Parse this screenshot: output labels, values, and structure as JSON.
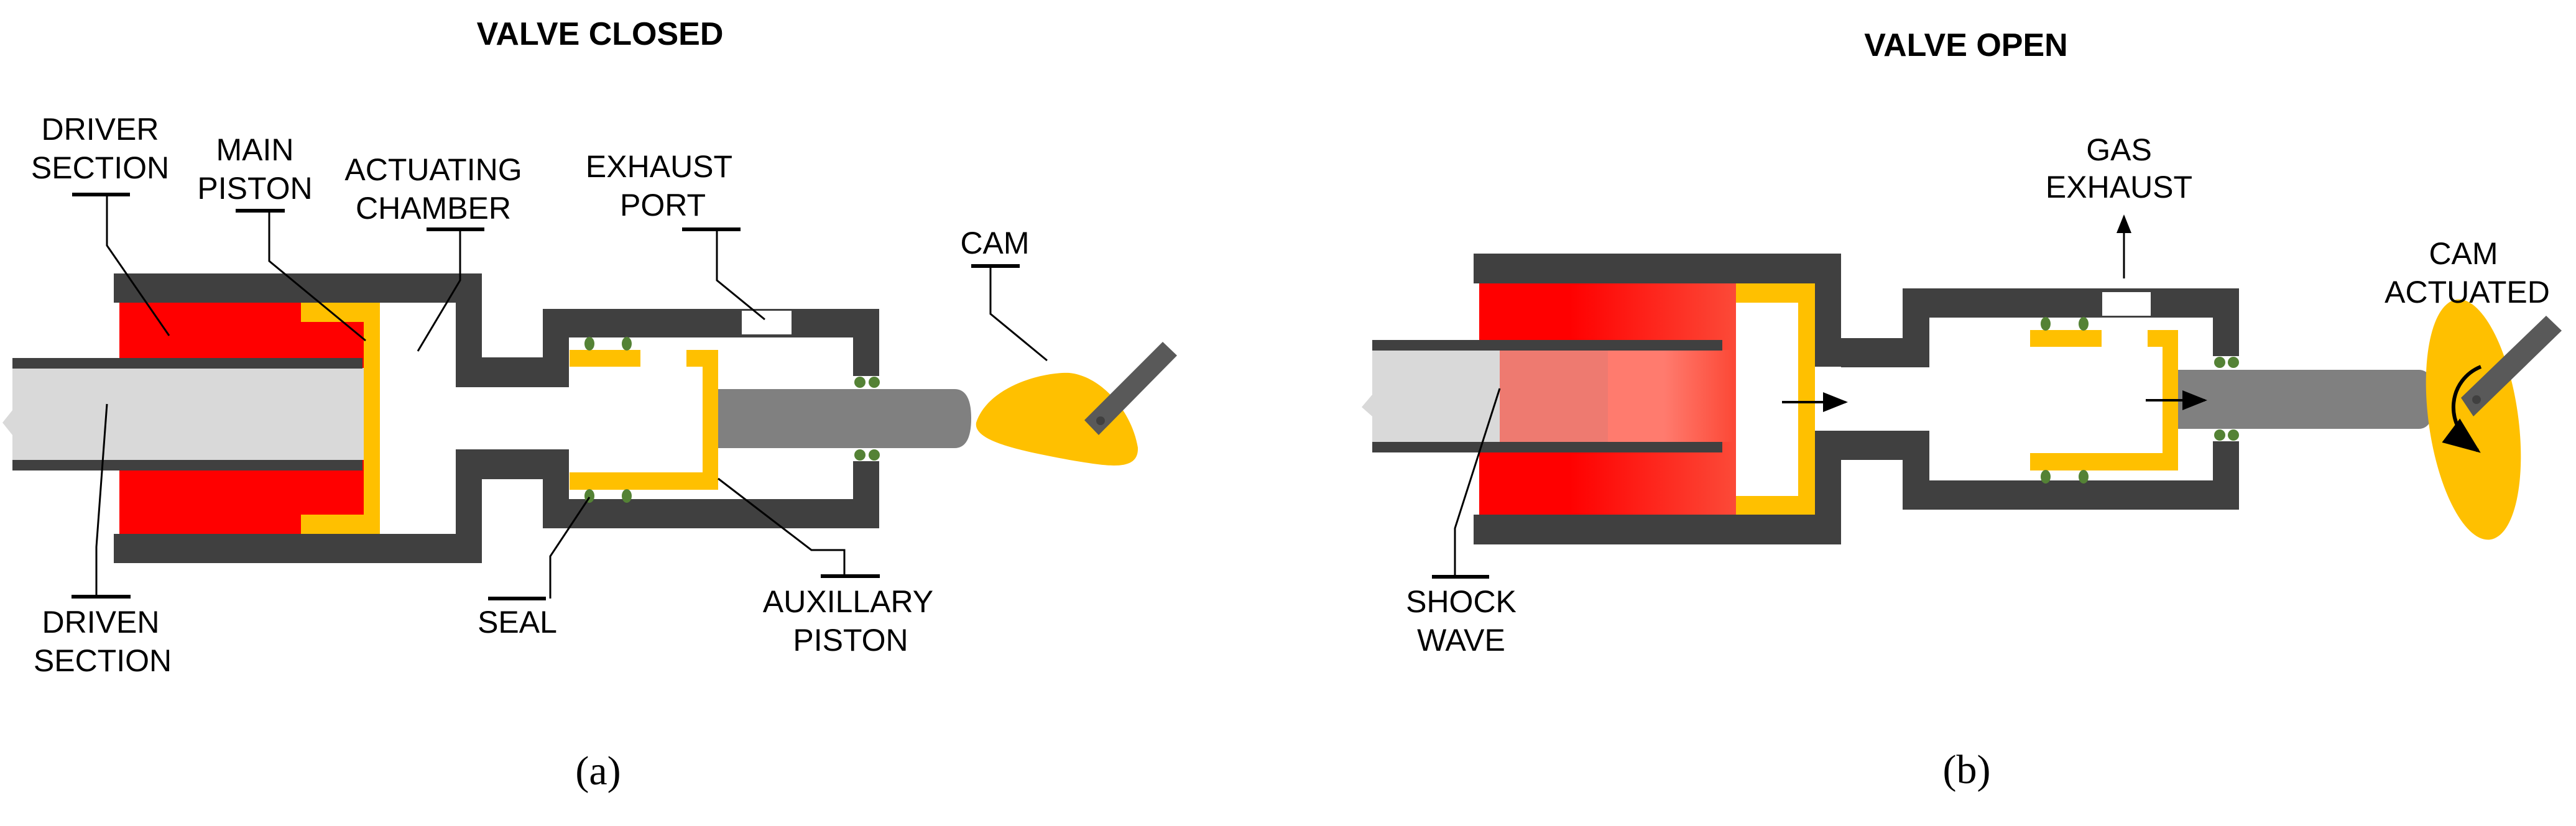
{
  "figure": {
    "panel_a": {
      "title": "VALVE CLOSED",
      "caption": "(a)",
      "labels": {
        "driver_section": [
          "DRIVER",
          "SECTION"
        ],
        "main_piston": [
          "MAIN",
          "PISTON"
        ],
        "actuating_chamber": [
          "ACTUATING",
          "CHAMBER"
        ],
        "exhaust_port": [
          "EXHAUST",
          "PORT"
        ],
        "cam": [
          "CAM"
        ],
        "driven_section": [
          "DRIVEN",
          "SECTION"
        ],
        "seal": [
          "SEAL"
        ],
        "auxillary_piston": [
          "AUXILLARY",
          "PISTON"
        ]
      }
    },
    "panel_b": {
      "title": "VALVE OPEN",
      "caption": "(b)",
      "labels": {
        "gas_exhaust": [
          "GAS",
          "EXHAUST"
        ],
        "cam_actuated": [
          "CAM",
          "ACTUATED"
        ],
        "shock_wave": [
          "SHOCK",
          "WAVE"
        ]
      }
    },
    "colors": {
      "wall": "#404040",
      "driver_gas": "#FF0000",
      "piston": "#FFC000",
      "driven_gas": "#D9D9D9",
      "rod": "#808080",
      "seal": "#548235",
      "lever": "#595959",
      "shock_pink_1": "#EE7A70",
      "shock_pink_2": "#FF7B6E",
      "expanded_gas": "#FC4A38"
    }
  }
}
